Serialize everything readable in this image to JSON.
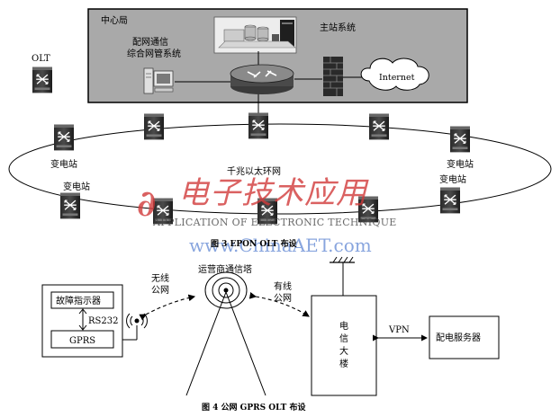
{
  "fig3": {
    "center_label": "中心局",
    "nms_label_line1": "配网通信",
    "nms_label_line2": "综合网管系统",
    "master_label": "主站系统",
    "internet_label": "Internet",
    "olt_label": "OLT",
    "ring_label": "千兆以太环网",
    "substation_label": "变电站",
    "caption": "图 3  EPON  OLT  布设"
  },
  "watermark": {
    "logo_text": "电子技术应用",
    "subtitle": "APPLICATION OF ELECTRONIC TECHNIQUE",
    "url": "www.ChinaAET.com"
  },
  "fig4": {
    "fault_indicator_label": "故障指示器",
    "rs232_label": "RS232",
    "gprs_label": "GPRS",
    "wireless_line1": "无线",
    "wireless_line2": "公网",
    "tower_label": "运营商通信塔",
    "wired_line1": "有线",
    "wired_line2": "公网",
    "telecom_chars": [
      "电",
      "信",
      "大",
      "楼"
    ],
    "vpn_label": "VPN",
    "server_label": "配电服务器",
    "caption": "图 4   公网  GPRS  OLT  布设"
  },
  "colors": {
    "center_fill": "#a9a9a9",
    "watermark_red": "#d23a3a",
    "watermark_blue": "#6b8fd6"
  },
  "icons": [
    "switch-icon",
    "router-icon",
    "server-icon",
    "firewall-icon",
    "cloud-icon",
    "computer-icon",
    "antenna-icon",
    "tower-icon"
  ]
}
